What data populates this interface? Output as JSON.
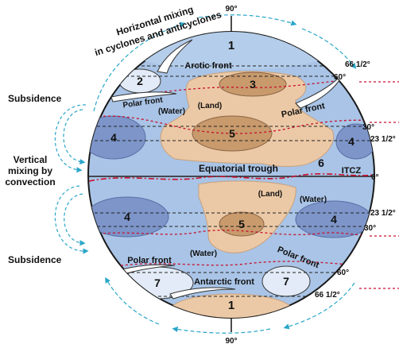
{
  "labels": {
    "title_line1": "Horizontal mixing",
    "title_line2": "in cyclones and anticyclones",
    "arctic_front": "Arctic front",
    "antarctic_front": "Antarctic front",
    "polar_front_nw": "Polar front",
    "polar_front_ne": "Polar front",
    "polar_front_sw": "Polar front",
    "polar_front_se": "Polar front",
    "equatorial_trough": "Equatorial trough",
    "itcz": "ITCZ",
    "water_n": "(Water)",
    "land_n": "(Land)",
    "land_s": "(Land)",
    "water_s_right": "(Water)",
    "water_s_mid": "(Water)",
    "subsidence_top": "Subsidence",
    "subsidence_bottom": "Subsidence",
    "vertical_line1": "Vertical",
    "vertical_line2": "mixing by",
    "vertical_line3": "convection"
  },
  "latitudes": {
    "lat_90_n": "90°",
    "lat_90_s": "90°",
    "lat_66_n": "66 1/2°",
    "lat_66_s": "66 1/2°",
    "lat_60_n": "60°",
    "lat_60_s": "60°",
    "lat_30_n": "30°",
    "lat_30_s": "30°",
    "lat_23_n": "23 1/2°",
    "lat_23_s": "23 1/2°",
    "lat_0": "0°"
  },
  "regions": [
    "1",
    "2",
    "3",
    "4",
    "5",
    "4",
    "6",
    "4",
    "5",
    "4",
    "7",
    "7",
    "1"
  ],
  "colors": {
    "ocean": "#a9c4e6",
    "land": "#ecc9a6",
    "land_edge": "#c8a07c",
    "dark_pressure": "#7d95c9",
    "light_pressure": "#e2ebf7",
    "high_land": "#c89a6c",
    "red_dashed": "#c8102e",
    "arrow_cyan": "#2aa6c8",
    "outline": "#1a1a1a"
  }
}
